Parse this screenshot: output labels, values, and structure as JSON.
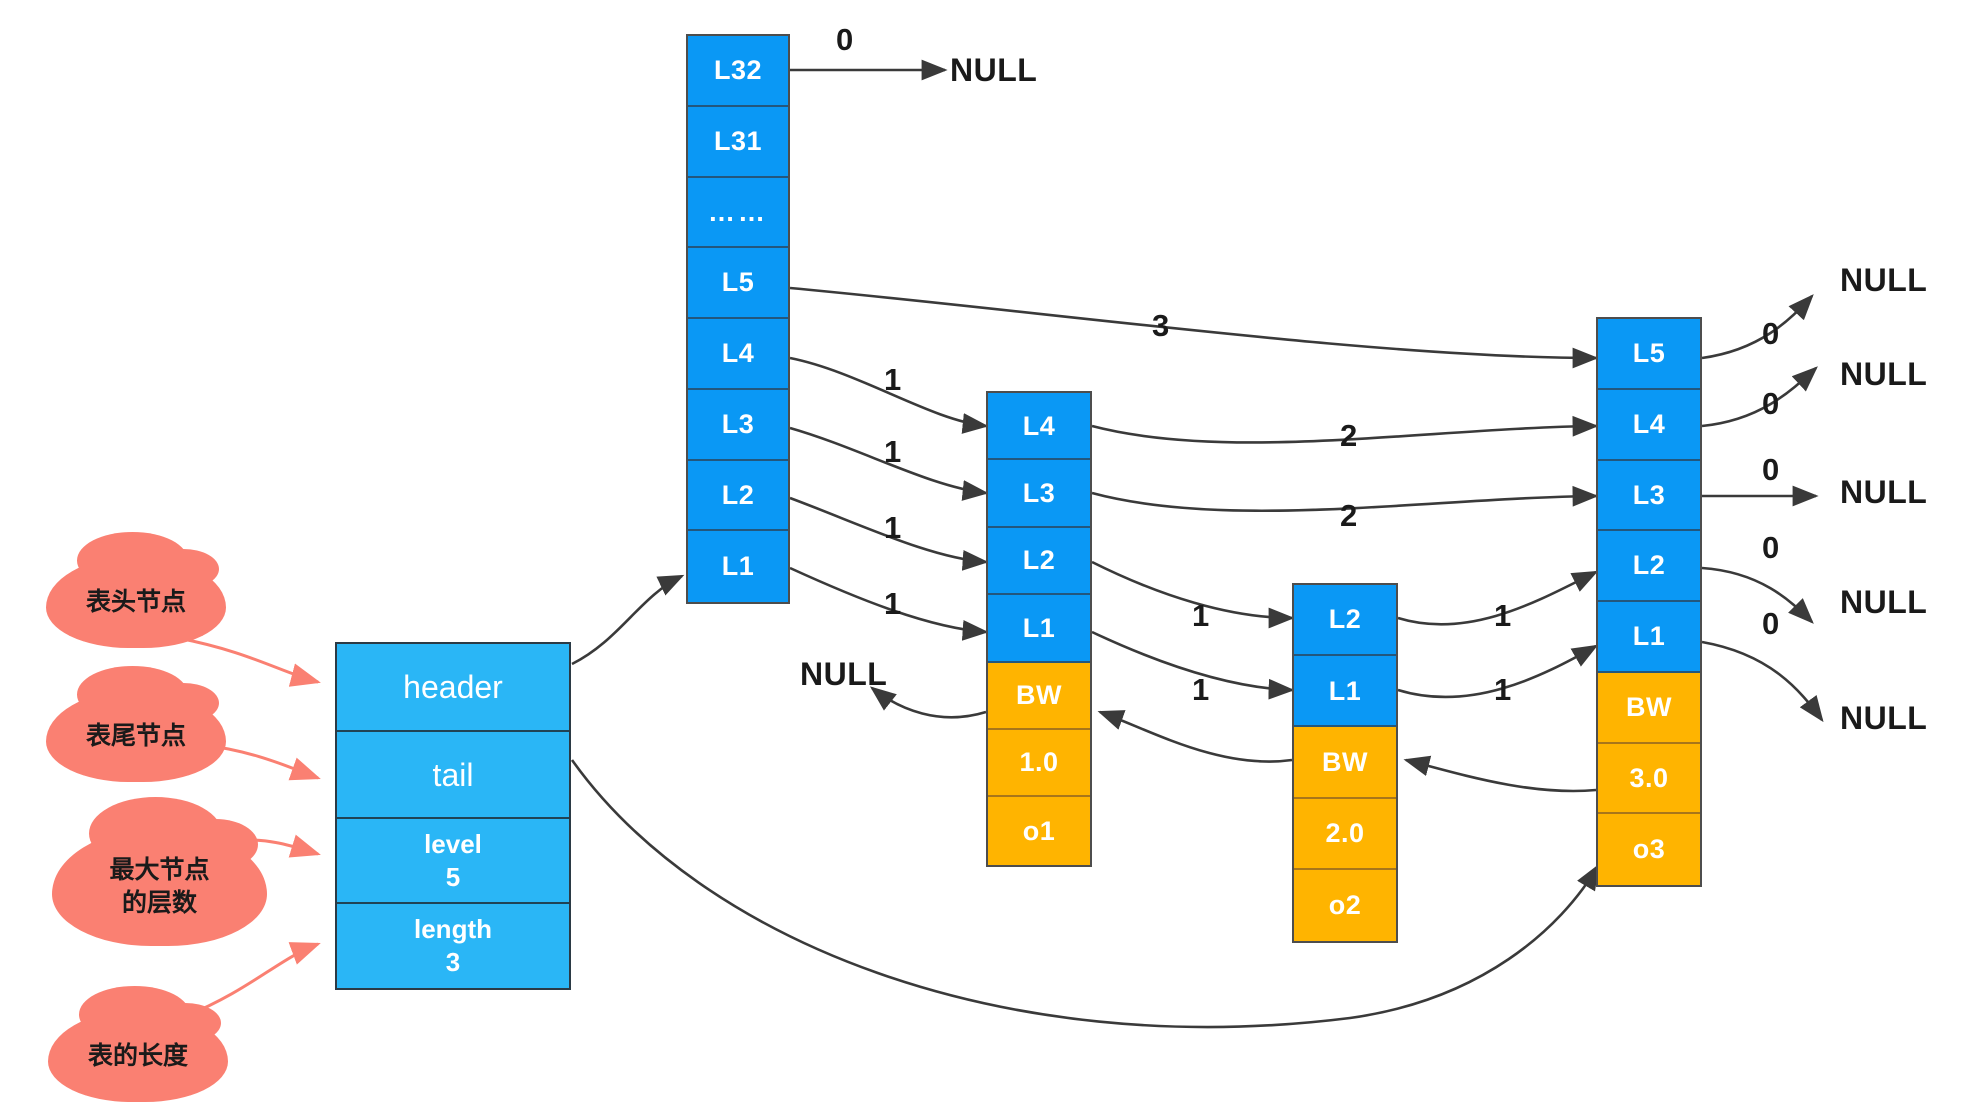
{
  "diagram": {
    "title": "Redis zskiplist structure",
    "background": "#ffffff",
    "colors": {
      "level_cell": "#0a98f5",
      "data_cell": "#ffb400",
      "struct_cell": "#2ab6f6",
      "cloud": "#fa8072",
      "edge": "#4d4d4d",
      "cloud_edge": "#fa8072",
      "text_dark": "#1a1a1a",
      "text_light": "#ffffff"
    }
  },
  "clouds": [
    {
      "name": "header-cloud",
      "text": "表头节点"
    },
    {
      "name": "tail-cloud",
      "text": "表尾节点"
    },
    {
      "name": "level-cloud",
      "text": "最大节点\n的层数"
    },
    {
      "name": "length-cloud",
      "text": "表的长度"
    }
  ],
  "cloud_texts": {
    "header": "表头节点",
    "tail": "表尾节点",
    "level_line1": "最大节点",
    "level_line2": "的层数",
    "length": "表的长度"
  },
  "struct": {
    "name": "zskiplist",
    "rows": [
      {
        "key": "header",
        "value": ""
      },
      {
        "key": "tail",
        "value": ""
      },
      {
        "key": "level",
        "value": "5"
      },
      {
        "key": "length",
        "value": "3"
      }
    ],
    "header_label": "header",
    "tail_label": "tail",
    "level_label": "level",
    "level_value": "5",
    "length_label": "length",
    "length_value": "3"
  },
  "nodes": [
    {
      "id": "header-node",
      "kind": "header",
      "levels": [
        "L32",
        "L31",
        "……",
        "L5",
        "L4",
        "L3",
        "L2",
        "L1"
      ],
      "backward": null,
      "score": null,
      "member": null
    },
    {
      "id": "node-o1",
      "kind": "data",
      "levels": [
        "L4",
        "L3",
        "L2",
        "L1"
      ],
      "backward": "BW",
      "score": "1.0",
      "member": "o1"
    },
    {
      "id": "node-o2",
      "kind": "data",
      "levels": [
        "L2",
        "L1"
      ],
      "backward": "BW",
      "score": "2.0",
      "member": "o2"
    },
    {
      "id": "node-o3",
      "kind": "data",
      "levels": [
        "L5",
        "L4",
        "L3",
        "L2",
        "L1"
      ],
      "backward": "BW",
      "score": "3.0",
      "member": "o3"
    }
  ],
  "spans": {
    "header_l32_to_null": "0",
    "header_l5_to_o3": "3",
    "header_l4_to_o1": "1",
    "header_l3_to_o1": "1",
    "header_l2_to_o1": "1",
    "header_l1_to_o1": "1",
    "o1_l4_to_o3": "2",
    "o1_l3_to_o3": "2",
    "o1_l2_to_o2": "1",
    "o1_l1_to_o2": "1",
    "o2_l2_to_o3": "1",
    "o2_l1_to_o3": "1",
    "o3_l5_to_null": "0",
    "o3_l4_to_null": "0",
    "o3_l3_to_null": "0",
    "o3_l2_to_null": "0",
    "o3_l1_to_null": "0"
  },
  "null_labels": {
    "header_top": "NULL",
    "o1_backward": "NULL",
    "right_1": "NULL",
    "right_2": "NULL",
    "right_3": "NULL",
    "right_4": "NULL",
    "right_5": "NULL"
  }
}
